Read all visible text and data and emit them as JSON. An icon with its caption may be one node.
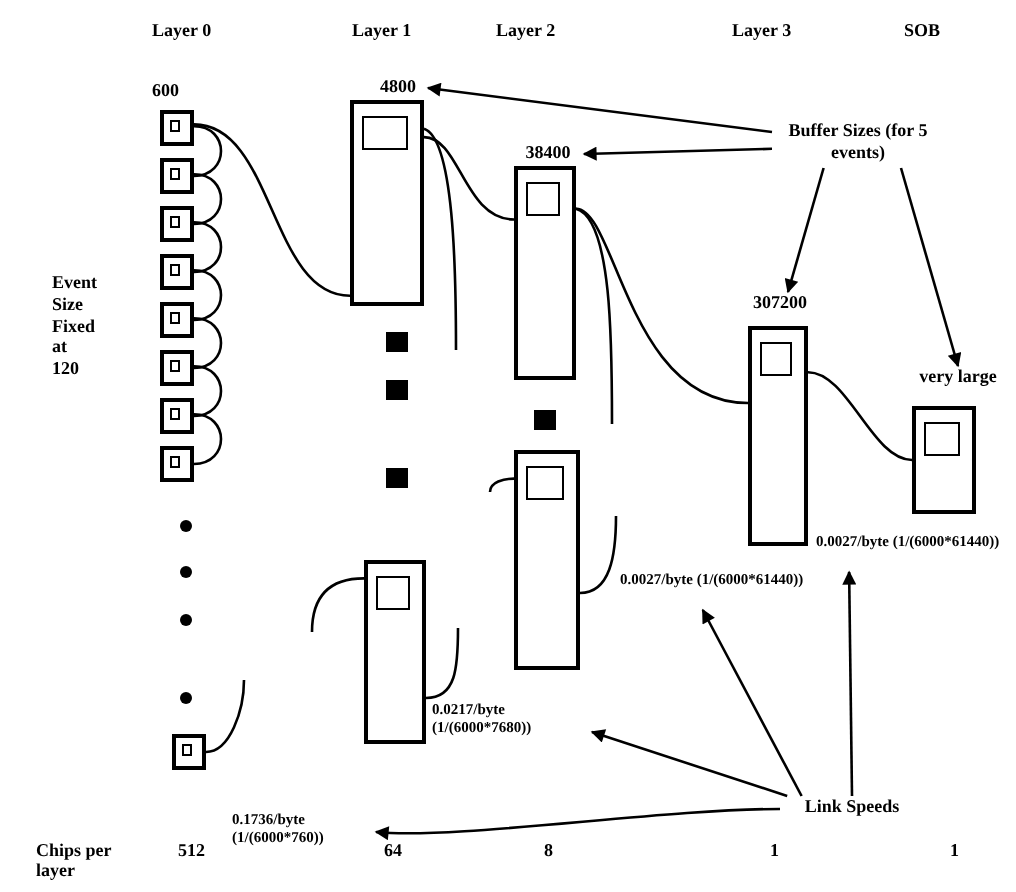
{
  "diagram": {
    "nodes": [
      {
        "text": [
          "Buffer Sizes (for 5 events)"
        ]
      },
      {
        "text": [
          "4800"
        ]
      },
      {
        "text": [
          "38400"
        ]
      },
      {
        "text": [
          "307200"
        ]
      },
      {
        "text": [
          "very large"
        ]
      },
      {
        "text": [
          "Link Speeds"
        ]
      },
      {
        "text": [
          "0.1736/byte (1/(6000*760))"
        ]
      },
      {
        "text": [
          "0.0217/byte (1/(6000*7680))"
        ]
      },
      {
        "text": [
          "0.0027/byte (1/(6000*61440))"
        ]
      },
      {
        "text": [
          "0.0027/byte (1/(6000*61440))"
        ]
      },
      {
        "text": [],
        "shape": "box"
      },
      {
        "text": [],
        "shape": "box"
      },
      {
        "text": [],
        "shape": "box"
      },
      {
        "text": [],
        "shape": "box"
      },
      {
        "text": [],
        "shape": "box"
      },
      {
        "text": [],
        "shape": "box"
      },
      {
        "text": [],
        "shape": "box"
      },
      {
        "text": [],
        "shape": "box"
      },
      {
        "text": [],
        "shape": "box"
      },
      {
        "text": [],
        "shape": "box"
      },
      {
        "text": [],
        "shape": "box"
      },
      {
        "text": [],
        "shape": "box"
      },
      {
        "text": [],
        "shape": "box"
      },
      {
        "text": [],
        "shape": "box"
      },
      {
        "text": [],
        "shape": "box"
      }
    ],
    "edges": [
      {
        "from": 0,
        "to": 1,
        "arrow": "to"
      },
      {
        "from": 0,
        "to": 2,
        "arrow": "to"
      },
      {
        "from": 0,
        "to": 3,
        "arrow": "to"
      },
      {
        "from": 0,
        "to": 4,
        "arrow": "to"
      },
      {
        "from": 5,
        "to": 6,
        "arrow": "to"
      },
      {
        "from": 5,
        "to": 7,
        "arrow": "to"
      },
      {
        "from": 5,
        "to": 8,
        "arrow": "to"
      },
      {
        "from": 5,
        "to": 9,
        "arrow": "to"
      },
      {
        "from": 10,
        "to": 11,
        "arrow": "none"
      },
      {
        "from": 11,
        "to": 12,
        "arrow": "none"
      },
      {
        "from": 12,
        "to": 13,
        "arrow": "none"
      },
      {
        "from": 13,
        "to": 14,
        "arrow": "none"
      },
      {
        "from": 14,
        "to": 15,
        "arrow": "none"
      },
      {
        "from": 15,
        "to": 16,
        "arrow": "none"
      },
      {
        "from": 16,
        "to": 17,
        "arrow": "none"
      },
      {
        "from": 10,
        "to": 19,
        "arrow": "none"
      },
      {
        "from": 19,
        "to": 21,
        "arrow": "none"
      },
      {
        "from": 21,
        "to": 23,
        "arrow": "none"
      },
      {
        "from": 23,
        "to": 24,
        "arrow": "none"
      },
      {
        "from": 19,
        "to": null,
        "arrow": "none"
      },
      {
        "from": 21,
        "to": null,
        "arrow": "none"
      },
      {
        "from": null,
        "to": 20,
        "arrow": "none"
      },
      {
        "from": 20,
        "to": null,
        "arrow": "none"
      },
      {
        "from": null,
        "to": 22,
        "arrow": "none"
      },
      {
        "from": 22,
        "to": null,
        "arrow": "none"
      },
      {
        "from": 18,
        "to": null,
        "arrow": "none"
      }
    ],
    "labels": [
      "Layer 0",
      "Layer 1",
      "Layer 2",
      "Layer 3",
      "SOB",
      "600",
      "Event Size Fixed at 120",
      "Chips per layer",
      "512",
      "64",
      "8",
      "1",
      "1"
    ]
  }
}
